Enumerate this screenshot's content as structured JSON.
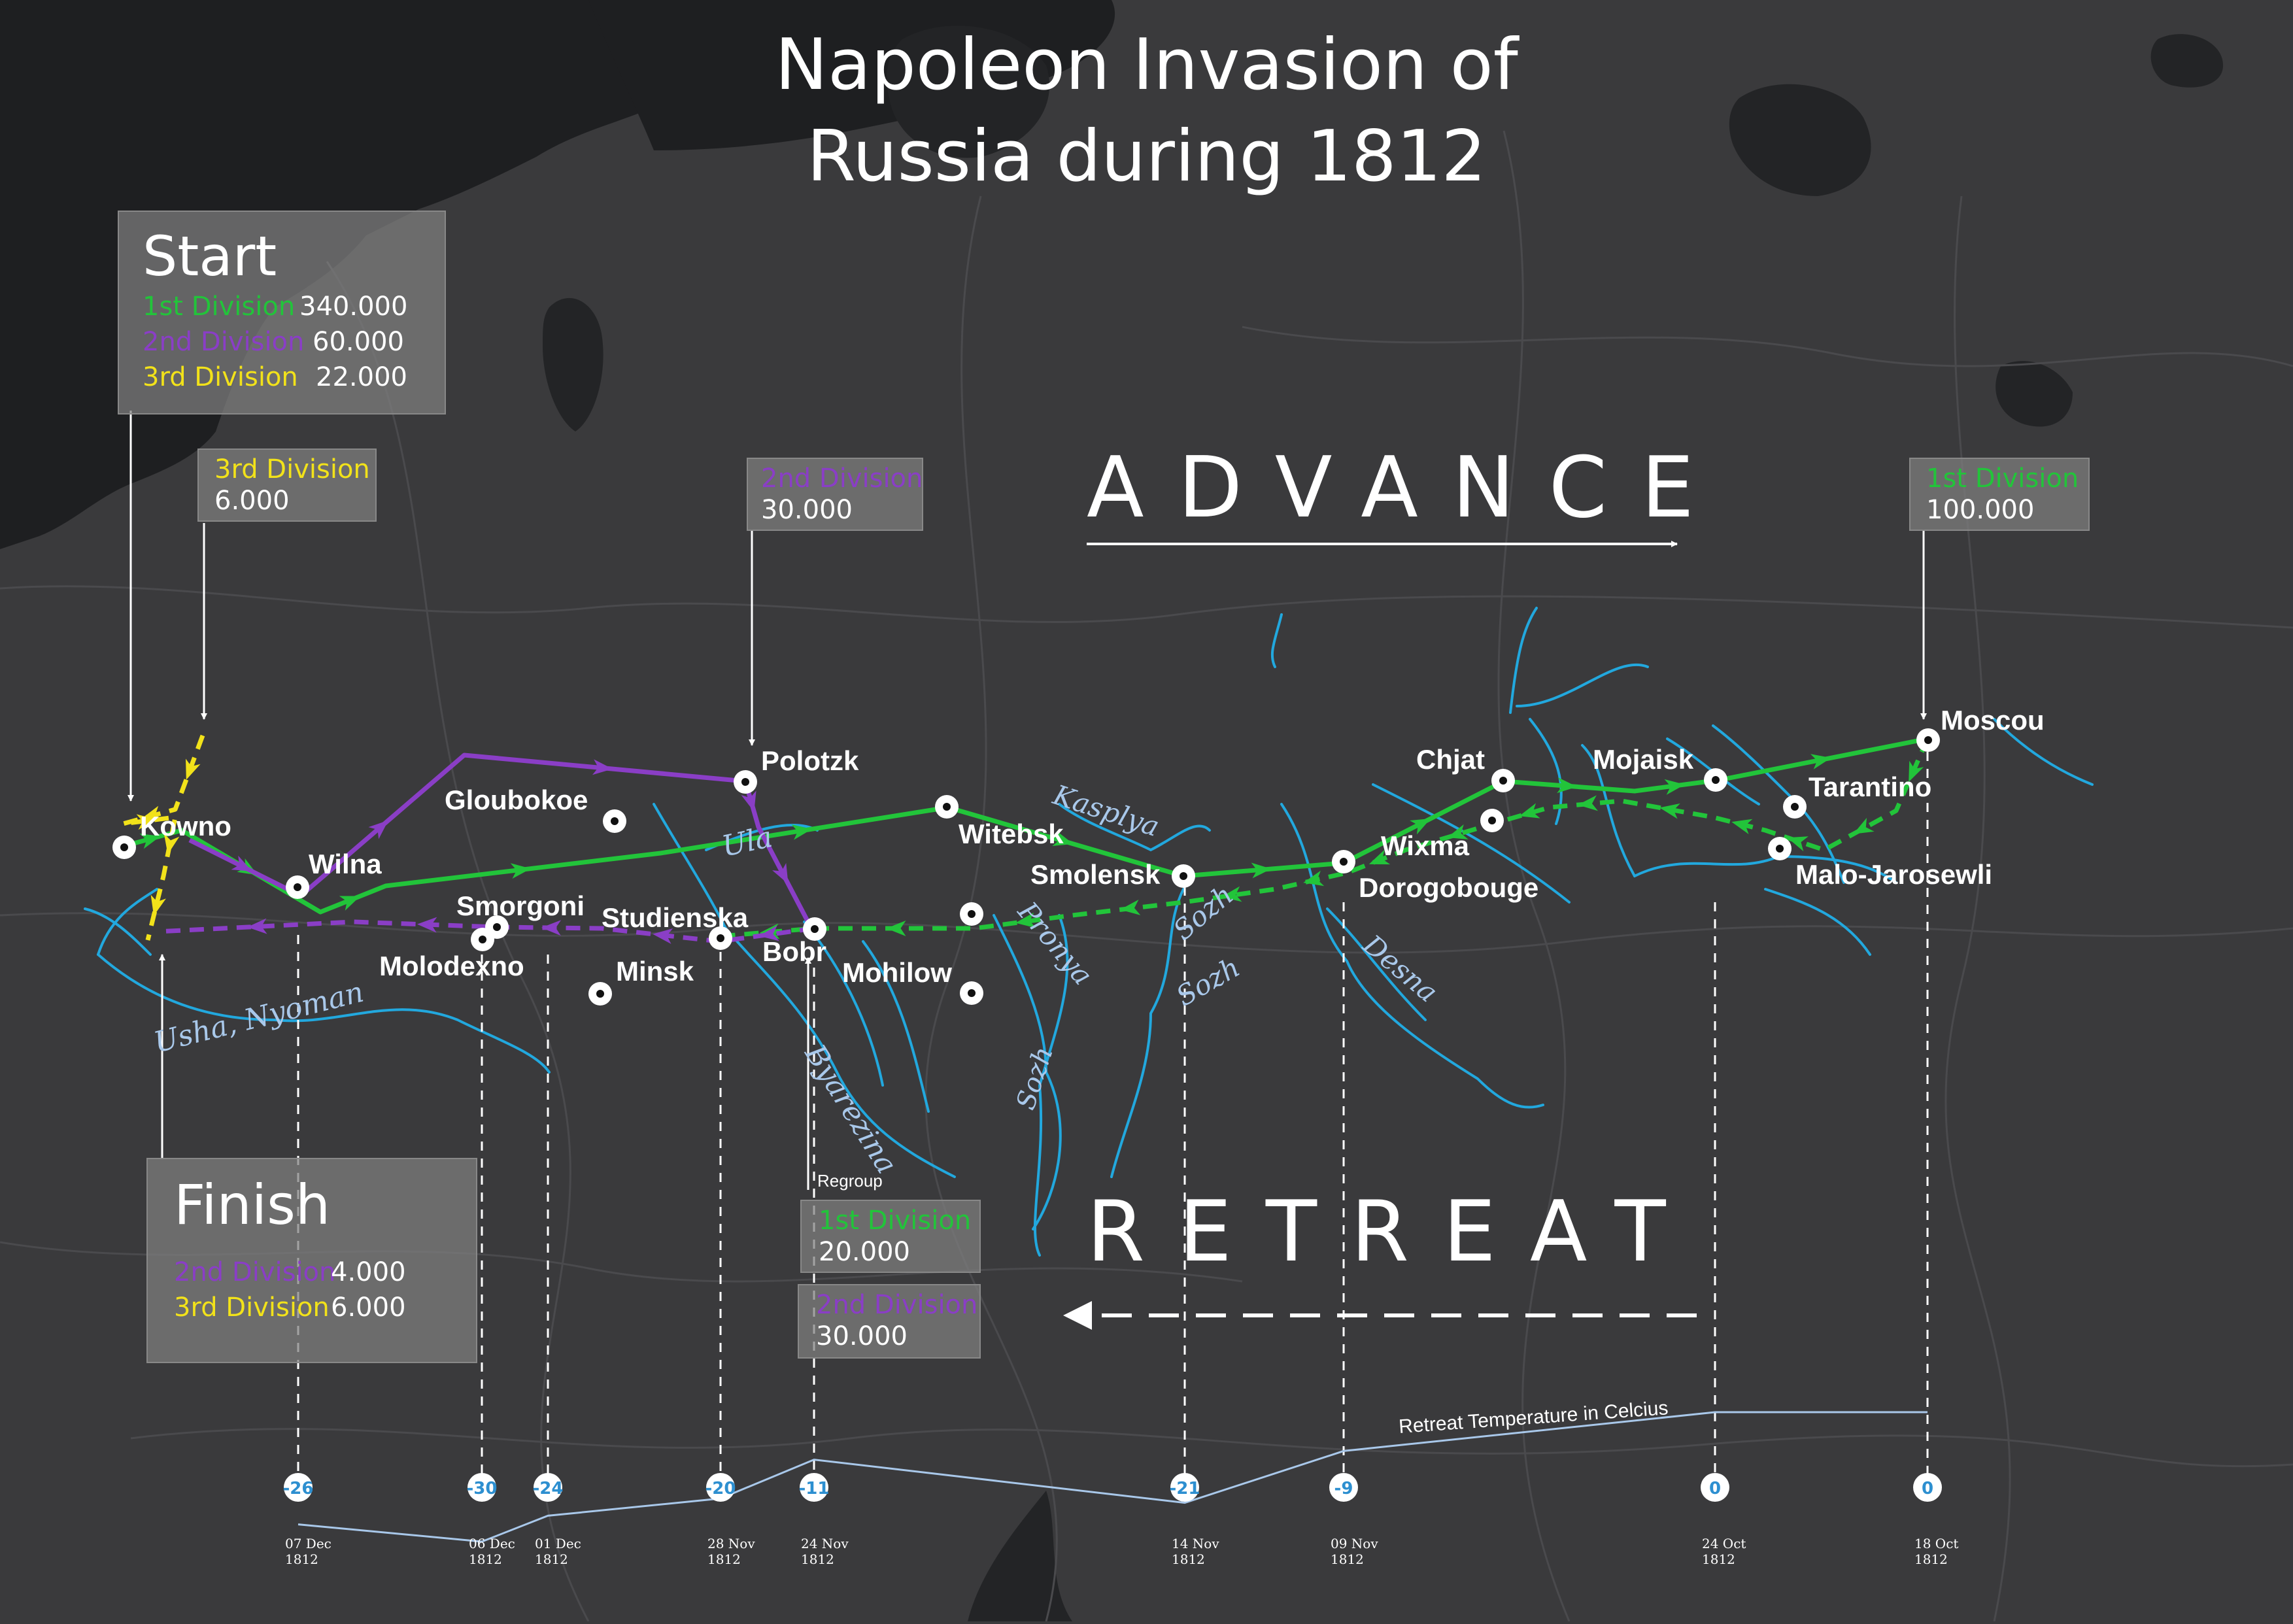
{
  "title": {
    "line1": "Napoleon Invasion of",
    "line2": "Russia during 1812"
  },
  "advance_label": "ADVANCE",
  "retreat_label": "RETREAT",
  "regroup_label": "Regroup",
  "temperature_label": "Retreat Temperature in Celcius",
  "colors": {
    "first": "#22c43a",
    "second": "#8a3ec6",
    "third": "#f2e21a",
    "river": "#22a8de",
    "temp_line": "#a9c8ea",
    "water": "#1e1f21",
    "land": "#3a3a3c"
  },
  "start_box": {
    "heading": "Start",
    "rows": [
      {
        "label": "1st Division",
        "value": "340.000"
      },
      {
        "label": "2nd Division",
        "value": "60.000"
      },
      {
        "label": "3rd Division",
        "value": "22.000"
      }
    ]
  },
  "finish_box": {
    "heading": "Finish",
    "rows": [
      {
        "label": "2nd Division",
        "value": "4.000"
      },
      {
        "label": "3rd Division",
        "value": "6.000"
      }
    ]
  },
  "callouts": {
    "third_division": {
      "label": "3rd Division",
      "value": "6.000"
    },
    "second_division": {
      "label": "2nd Division",
      "value": "30.000"
    },
    "first_division": {
      "label": "1st Division",
      "value": "100.000"
    },
    "regroup_first": {
      "label": "1st Division",
      "value": "20.000"
    },
    "regroup_second": {
      "label": "2nd Division",
      "value": "30.000"
    }
  },
  "cities": [
    "Kowno",
    "Wilna",
    "Gloubokoe",
    "Polotzk",
    "Witebsk",
    "Smolensk",
    "Chjat",
    "Mojaisk",
    "Moscou",
    "Tarantino",
    "Malo-Jarosewli",
    "Wixma",
    "Dorogobouge",
    "Smorgoni",
    "Molodexno",
    "Studienska",
    "Minsk",
    "Bobr",
    "Mohilow"
  ],
  "rivers": [
    "Usha, Nyoman",
    "Ula",
    "Kasplya",
    "Pronya",
    "Sozh",
    "Sozh",
    "Sozh",
    "Desna",
    "Byarezina"
  ],
  "timeline": [
    {
      "temp": "-26",
      "date": "07 Dec",
      "year": "1812"
    },
    {
      "temp": "-30",
      "date": "06 Dec",
      "year": "1812"
    },
    {
      "temp": "-24",
      "date": "01 Dec",
      "year": "1812"
    },
    {
      "temp": "-20",
      "date": "28 Nov",
      "year": "1812"
    },
    {
      "temp": "-11",
      "date": "24 Nov",
      "year": "1812"
    },
    {
      "temp": "-21",
      "date": "14 Nov",
      "year": "1812"
    },
    {
      "temp": "-9",
      "date": "09 Nov",
      "year": "1812"
    },
    {
      "temp": "0",
      "date": "24 Oct",
      "year": "1812"
    },
    {
      "temp": "0",
      "date": "18 Oct",
      "year": "1812"
    }
  ]
}
